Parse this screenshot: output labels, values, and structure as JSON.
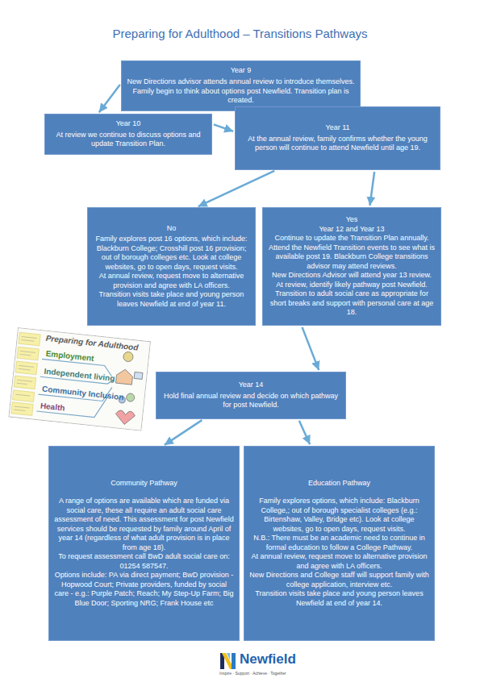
{
  "diagram": {
    "title": "Preparing for Adulthood – Transitions Pathways",
    "nodes": [
      {
        "text": [
          "Year 9",
          "New Directions advisor attends annual review to introduce themselves. Family begin to think about options post Newfield. Transition plan is created."
        ]
      },
      {
        "text": [
          "Year 10",
          "At review we continue to discuss options and update Transition Plan."
        ]
      },
      {
        "text": [
          "Year 11",
          "At the annual review, family confirms whether the young person will continue to attend Newfield until age 19."
        ]
      },
      {
        "text": [
          "No",
          "Family explores post 16 options, which include: Blackburn College; Crosshill post 16 provision; out of borough colleges etc. Look at college websites, go to open days, request visits.",
          "At annual review, request move to alternative provision and agree with LA officers.",
          "Transition visits take place and young person leaves Newfield at end of year 11."
        ]
      },
      {
        "text": [
          "Yes",
          "Year 12 and Year 13",
          "Continue to update the Transition Plan annually. Attend the Newfield Transition events to see what is available post 19. Blackburn College transitions advisor may attend reviews.",
          "New Directions Advisor will attend year 13 review. At review, identify likely pathway post Newfield. Transition to adult social care as appropriate for short breaks and support with personal care at age 18."
        ]
      },
      {
        "text": [
          "Year 14",
          "Hold final annual review and decide on which pathway for post Newfield."
        ]
      },
      {
        "text": [
          "Community Pathway",
          "A range of options are available which are funded via social care, these all require an adult social care assessment of need. This assessment for post Newfield services should be requested by family around April of year 14 (regardless of what adult provision is in place from age 18).",
          "To request assessment call BwD adult social care on: 01254 587547.",
          "Options include: PA via direct payment; BwD provision - Hopwood Court; Private providers, funded by social care - e.g.: Purple Patch; Reach; My Step-Up Farm; Big Blue Door; Sporting NRG; Frank House etc"
        ]
      },
      {
        "text": [
          "Education Pathway",
          "Family explores options, which include: Blackburn College,; out of borough specialist colleges (e.g.: Birtenshaw, Valley, Bridge etc). Look at college websites, go to open days, request visits.",
          "N.B.: There must be an academic need to continue in formal education to follow a College Pathway.",
          "At annual review, request move to alternative provision and agree with LA officers.",
          "New Directions and College staff will support family with college application, interview etc.",
          "Transition visits take place and young person leaves Newfield at end of year 14."
        ]
      }
    ],
    "edges": [
      {
        "from": 0,
        "to": 1,
        "arrow": "to"
      },
      {
        "from": 1,
        "to": 2,
        "arrow": "to"
      },
      {
        "from": 2,
        "to": 3,
        "arrow": "to"
      },
      {
        "from": 2,
        "to": 4,
        "arrow": "to"
      },
      {
        "from": 4,
        "to": 5,
        "arrow": "to"
      },
      {
        "from": 5,
        "to": 6,
        "arrow": "to"
      },
      {
        "from": 5,
        "to": 7,
        "arrow": "to"
      }
    ],
    "labels": [
      "Preparing for Adulthood",
      "Employment",
      "Independent living",
      "Community Inclusion",
      "Health",
      "Newfield",
      "Inspire · Support · Achieve · Together"
    ]
  }
}
